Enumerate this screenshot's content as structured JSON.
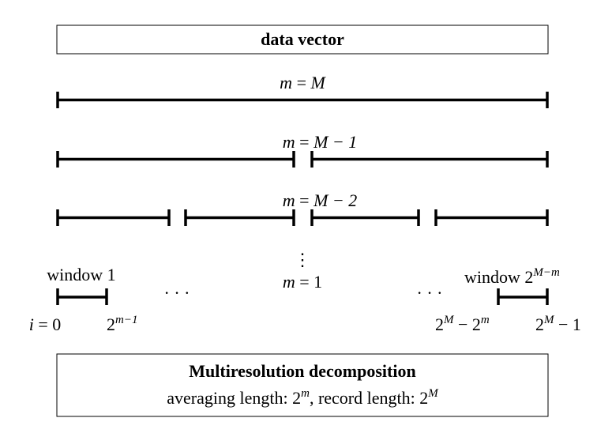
{
  "header_box": {
    "title": "data vector"
  },
  "levels": [
    {
      "m": "m",
      "eq": " = ",
      "rhs": "M"
    },
    {
      "m": "m",
      "eq": " = ",
      "rhs": "M − 1"
    },
    {
      "m": "m",
      "eq": " = ",
      "rhs": "M − 2"
    }
  ],
  "vdots": "⋮",
  "level_one": {
    "m": "m",
    "eq": " = ",
    "rhs": "1"
  },
  "window_first": {
    "label": "window 1",
    "start_i": "i",
    "start_eq": " = 0",
    "end_base": "2",
    "end_exp": "m−1"
  },
  "window_last": {
    "label": "window 2",
    "label_exp": "M−m",
    "start_base": "2",
    "start_exp": "M",
    "start_mid": " − 2",
    "start_exp2": "m",
    "end_base": "2",
    "end_exp": "M",
    "end_tail": " − 1"
  },
  "ellipsis": "· · ·",
  "footer_box": {
    "title": "Multiresolution decomposition",
    "sub_a": "averaging length: 2",
    "sub_a_exp": "m",
    "sub_b": ", record length: 2",
    "sub_b_exp": "M"
  }
}
